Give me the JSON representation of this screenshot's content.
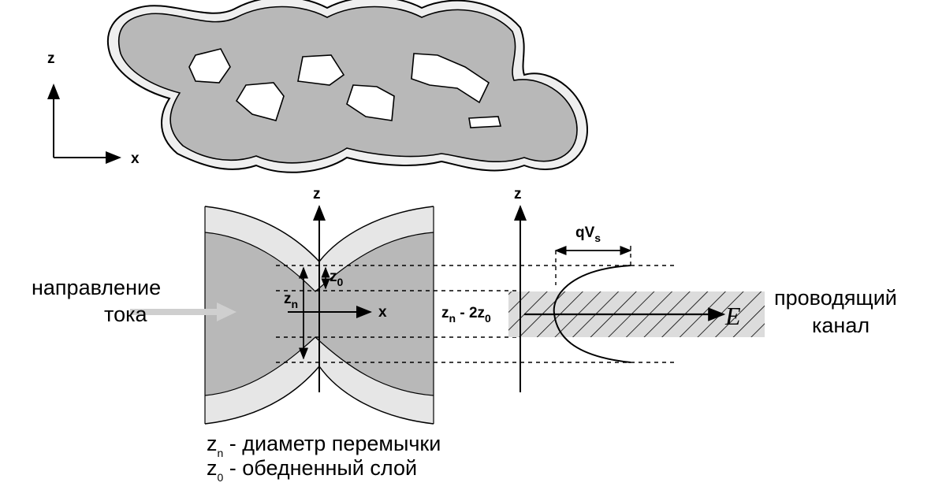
{
  "axes": {
    "x": "x",
    "z": "z"
  },
  "labels": {
    "current_direction_line1": "направление",
    "current_direction_line2": "тока",
    "conducting_channel_line1": "проводящий",
    "conducting_channel_line2": "канал",
    "z0": "z",
    "z0_sub": "0",
    "zn": "z",
    "zn_sub": "n",
    "qvs": "qV",
    "qvs_sub": "s",
    "channel_width_z": "z",
    "channel_width_n": "n",
    "channel_width_mid": " - 2z",
    "channel_width_sub0": "0",
    "field": "E"
  },
  "legend": {
    "line1_symbol": "z",
    "line1_sub": "n",
    "line1_text": " - диаметр перемычки",
    "line2_symbol": "z",
    "line2_sub": "0",
    "line2_text": " - обедненный слой"
  },
  "colors": {
    "grain": "#b8b8b8",
    "depletion": "#e6e6e6",
    "hatch_band": "#dcdcdc",
    "arrow_gray": "#cfcfcf"
  }
}
